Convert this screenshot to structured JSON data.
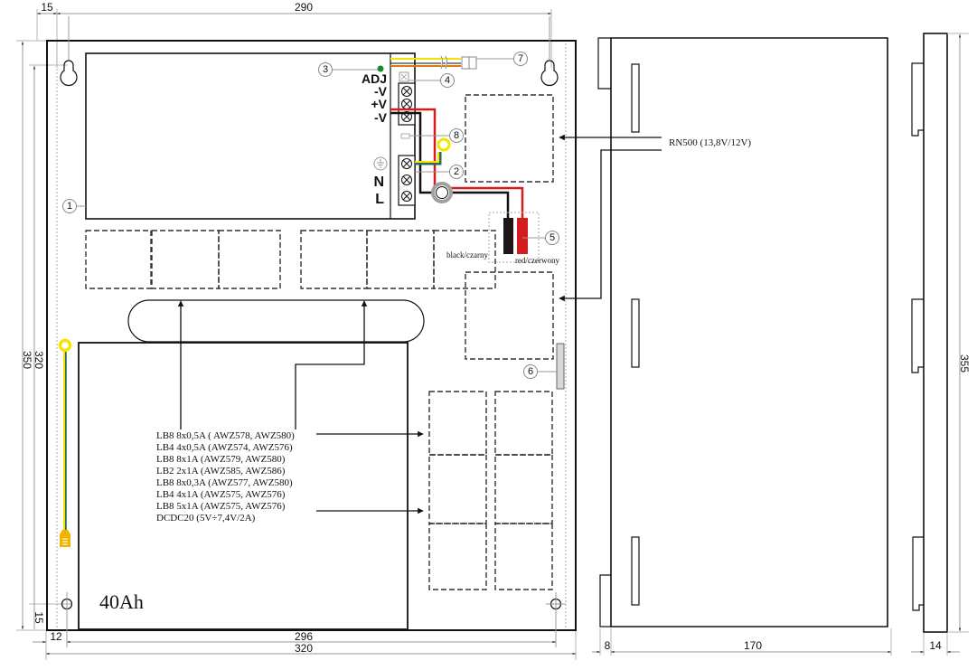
{
  "drawing": {
    "dimensions": {
      "top_left_margin": "15",
      "top_width": "290",
      "left_height_outer": "350",
      "left_height_inner": "320",
      "bottom_left_margin_v": "15",
      "bottom_left_margin_h": "12",
      "bottom_inner_width": "296",
      "bottom_outer_width": "320",
      "side_lip": "8",
      "side_depth": "170",
      "door_height": "355",
      "door_depth": "14"
    },
    "psu_labels": {
      "adj": "ADJ",
      "minus_v_1": "-V",
      "plus_v": "+V",
      "minus_v_2": "-V",
      "n": "N",
      "l": "L"
    },
    "callouts": [
      "1",
      "2",
      "3",
      "4",
      "5",
      "6",
      "7",
      "8"
    ],
    "wire_labels": {
      "black": "black/czarny",
      "red": "red/czerwony"
    },
    "module_label": "RN500 (13,8V/12V)",
    "battery_label": "40Ah",
    "module_list": [
      "LB8 8x0,5A ( AWZ578, AWZ580)",
      "LB4 4x0,5A (AWZ574, AWZ576)",
      "LB8 8x1A (AWZ579, AWZ580)",
      "LB2 2x1A (AWZ585, AWZ586)",
      "LB8 8x0,3A (AWZ577, AWZ580)",
      "LB4 4x1A (AWZ575, AWZ576)",
      "LB8 5x1A (AWZ575, AWZ576)",
      "DCDC20 (5V÷7,4V/2A)"
    ],
    "colors": {
      "wire_red": "#d41c1c",
      "wire_black": "#111111",
      "wire_yellow": "#f2e600",
      "wire_green": "#2e6b5a",
      "wire_orange": "#e07a10",
      "led_green": "#1a8a2a",
      "terminal_yellow": "#f0b400"
    }
  }
}
